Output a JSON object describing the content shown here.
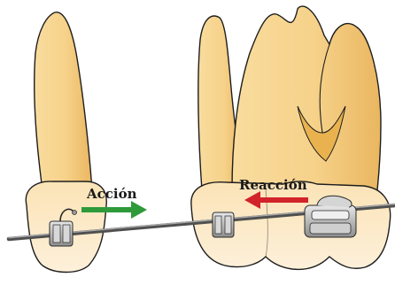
{
  "labels": {
    "action": "Acción",
    "reaction": "Reacción"
  },
  "colors": {
    "tooth_fill": "#f6d28a",
    "tooth_shadow": "#e9b24f",
    "crown_fill": "#fbe8c8",
    "outline": "#1e1e1e",
    "wire": "#7a7a7a",
    "bracket": "#c9c9c9",
    "action_arrow": "#2e9a3a",
    "reaction_arrow": "#d2232a",
    "label_text": "#1a1a1a"
  },
  "icons": {
    "left_tooth": "single-root-tooth",
    "right_tooth": "molar-tooth",
    "left_bracket": "orthodontic-bracket",
    "right_bracket_1": "orthodontic-bracket",
    "right_bracket_2": "molar-tube",
    "wire": "archwire"
  }
}
